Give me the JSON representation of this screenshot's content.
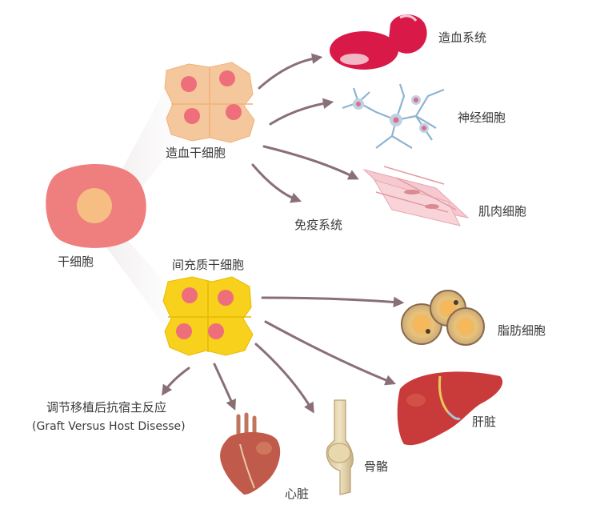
{
  "labels": {
    "stem_cell": "干细胞",
    "hematopoietic_stem_cell": "造血干细胞",
    "mesenchymal_stem_cell": "间充质干细胞",
    "hematopoietic_system": "造血系统",
    "nerve_cell": "神经细胞",
    "muscle_cell": "肌肉细胞",
    "immune_system": "免疫系统",
    "fat_cell": "脂肪细胞",
    "liver": "肝脏",
    "bone": "骨骼",
    "heart": "心脏",
    "gvhd_cn": "调节移植后抗宿主反应",
    "gvhd_en": "(Graft Versus Host Disesse)"
  },
  "icons": {
    "stem_cell": "stem-cell-icon",
    "hsc": "hematopoietic-cell-cluster-icon",
    "msc": "mesenchymal-cell-cluster-icon",
    "blood": "red-blood-cell-icon",
    "nerve": "neuron-icon",
    "muscle": "muscle-fiber-icon",
    "fat": "adipocyte-icon",
    "liver": "liver-icon",
    "bone": "bone-icon",
    "heart": "heart-icon"
  },
  "colors": {
    "arrow": "#8a6f76",
    "hsc_cell": "#f4c79c",
    "msc_cell": "#f7d11c",
    "nucleus": "#ee6f7b",
    "stem_cell": "#ef7e7e",
    "stem_nucleus": "#f7be84",
    "blood": "#d91a48"
  }
}
